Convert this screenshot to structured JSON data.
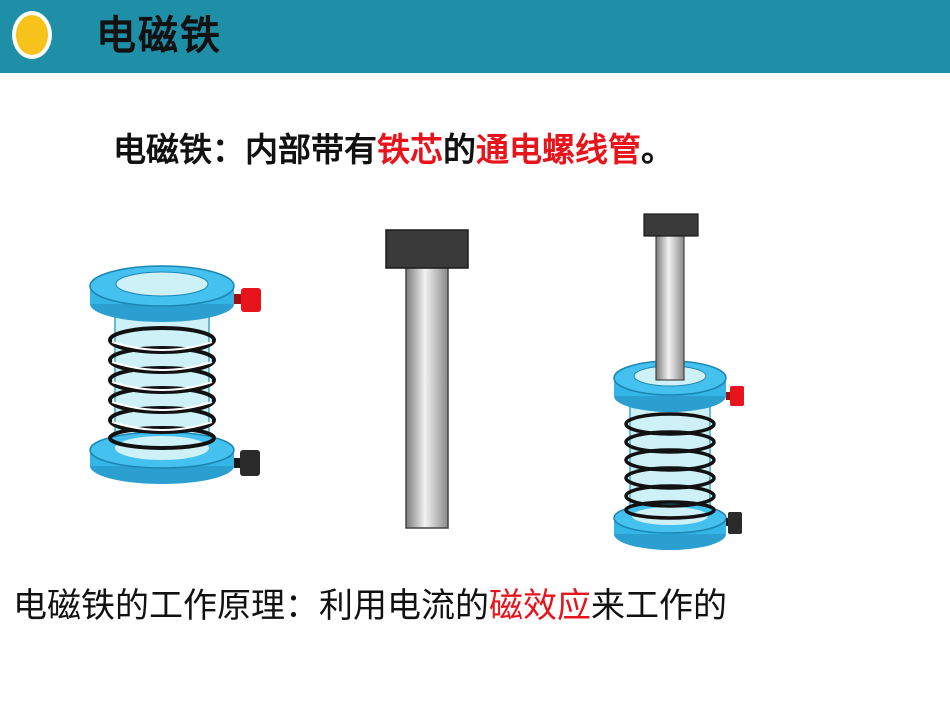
{
  "header": {
    "title": "电磁铁",
    "accent_color": "#1f8fa8"
  },
  "definition": {
    "prefix": "电磁铁：内部带有",
    "highlight_1": "铁芯",
    "middle": "的",
    "highlight_2": "通电螺线管",
    "suffix": "。"
  },
  "principle": {
    "prefix": "电磁铁的工作原理：利用电流的",
    "highlight": "磁效应",
    "suffix": "来工作的"
  },
  "colors": {
    "highlight": "#e8141c",
    "coil_flange": "#33b5e5",
    "coil_tube": "#cdf1f7",
    "terminal_red": "#e8141c",
    "terminal_black": "#2b2b2b"
  },
  "icons": {
    "header": "yellow-circle-bullet-icon",
    "figure_1": "solenoid-coil",
    "figure_2": "iron-core-rod",
    "figure_3": "electromagnet-core-in-coil"
  }
}
